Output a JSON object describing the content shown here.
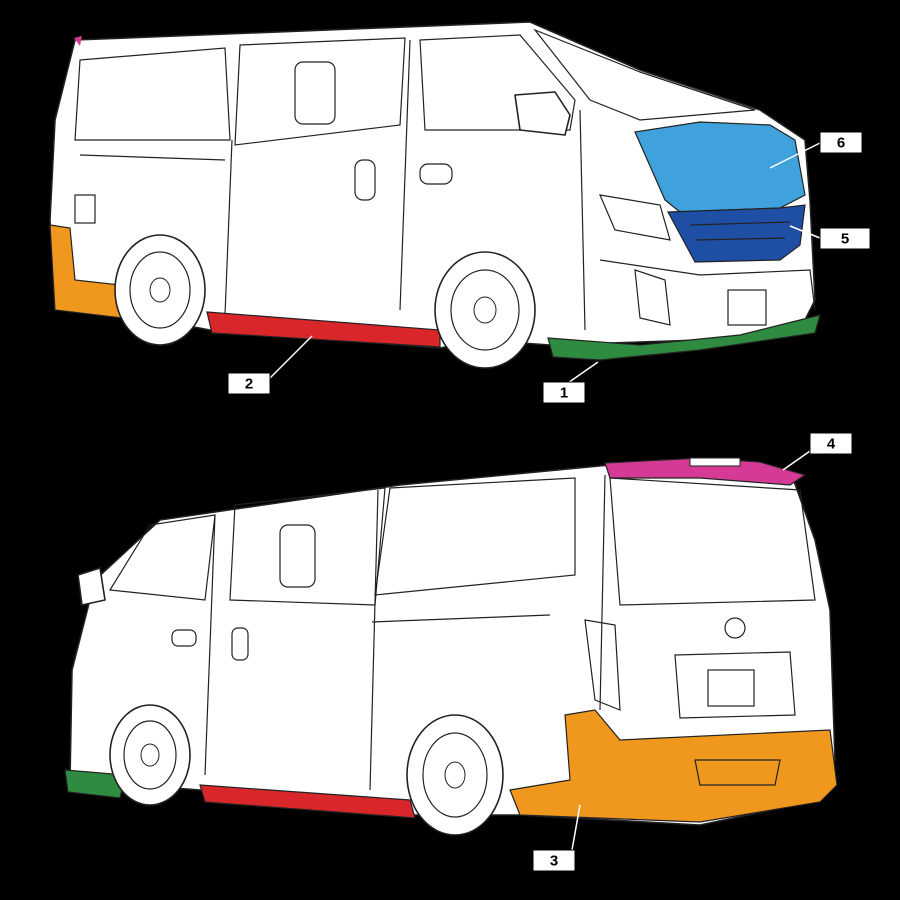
{
  "colors": {
    "background": "#000000",
    "van_body": "#ffffff",
    "part_1_front_spoiler": "#2e8b3f",
    "part_2_side_step": "#d9262a",
    "part_3_rear_bumper": "#f0971e",
    "part_4_roof_spoiler": "#d63a97",
    "part_5_grille": "#1f4ea5",
    "part_6_bonnet": "#3fa2dc"
  },
  "callouts": {
    "c1": "1",
    "c2": "2",
    "c3": "3",
    "c4": "4",
    "c5": "5",
    "c6": "6"
  }
}
